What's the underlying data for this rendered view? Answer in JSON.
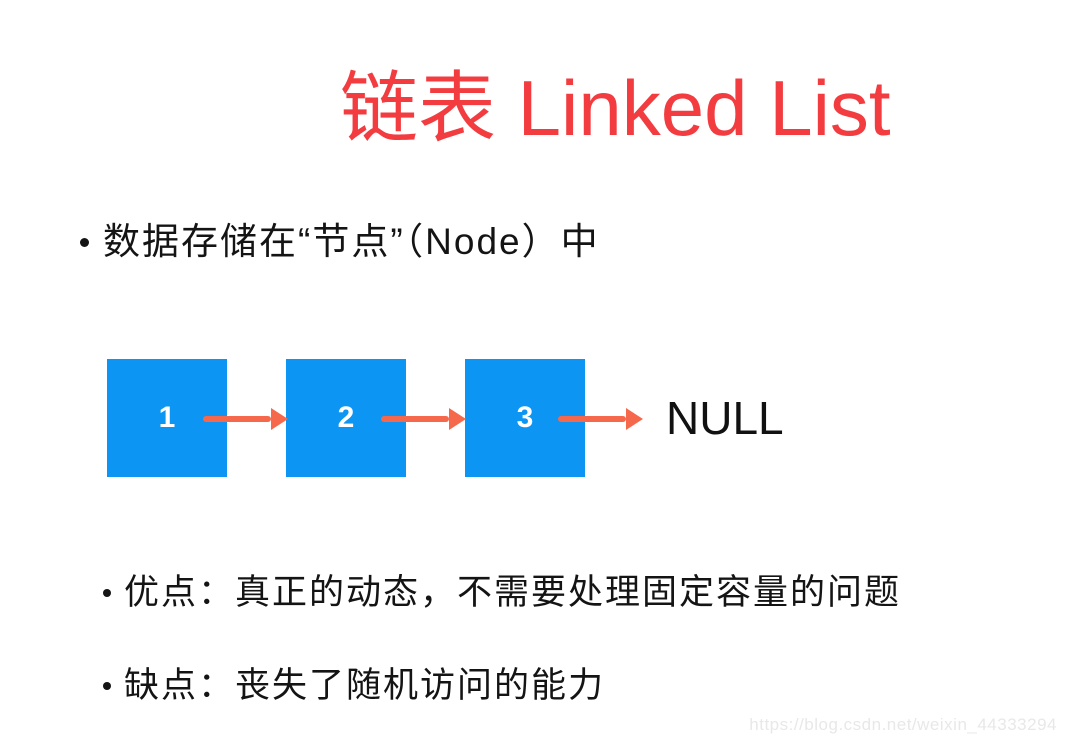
{
  "slide": {
    "background": "#ffffff",
    "title": {
      "text": "链表 Linked List",
      "color": "#f23c40"
    },
    "bullets": [
      {
        "text": "数据存储在“节点”（Node）中"
      },
      {
        "text": "优点：真正的动态，不需要处理固定容量的问题"
      },
      {
        "text": "缺点：丧失了随机访问的能力"
      }
    ],
    "diagram": {
      "type": "singly-linked-list",
      "nodes": [
        {
          "value": "1"
        },
        {
          "value": "2"
        },
        {
          "value": "3"
        }
      ],
      "terminator": "NULL",
      "node_color": "#0c95f3",
      "node_value_color": "#ffffff",
      "arrow_color": "#f5684b"
    },
    "watermark": {
      "text": "https://blog.csdn.net/weixin_44333294",
      "color": "#e8e8e8"
    }
  }
}
